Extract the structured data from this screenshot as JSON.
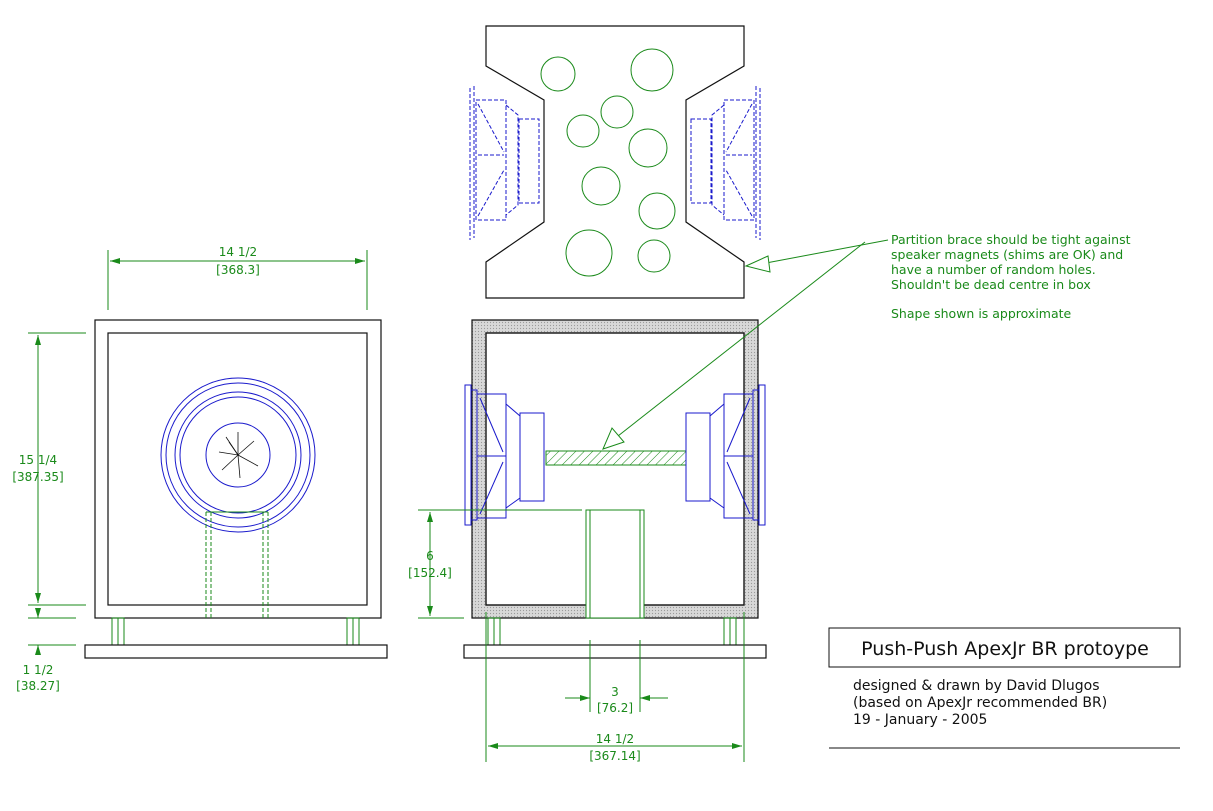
{
  "title": "Push-Push ApexJr BR protoype",
  "credits": [
    "designed & drawn by David Dlugos",
    "(based on ApexJr recommended BR)",
    "19 - January - 2005"
  ],
  "note": {
    "lines": [
      "Partition brace should be tight against",
      "speaker magnets (shims are OK) and",
      "have a number of random holes.",
      "Shouldn't be dead centre in box"
    ],
    "shape": "Shape shown is approximate"
  },
  "dimensions": {
    "front_width": {
      "inch": "14 1/2",
      "mm": "[368.3]"
    },
    "front_height": {
      "inch": "15 1/4",
      "mm": "[387.35]"
    },
    "foot_height": {
      "inch": "1 1/2",
      "mm": "[38.27]"
    },
    "port_height": {
      "inch": "6",
      "mm": "[152.4]"
    },
    "port_width": {
      "inch": "3",
      "mm": "[76.2]"
    },
    "side_width": {
      "inch": "14 1/2",
      "mm": "[367.14]"
    }
  },
  "colors": {
    "outline": "#111111",
    "dimension": "#1a8a1a",
    "driver": "#1a1acc"
  }
}
